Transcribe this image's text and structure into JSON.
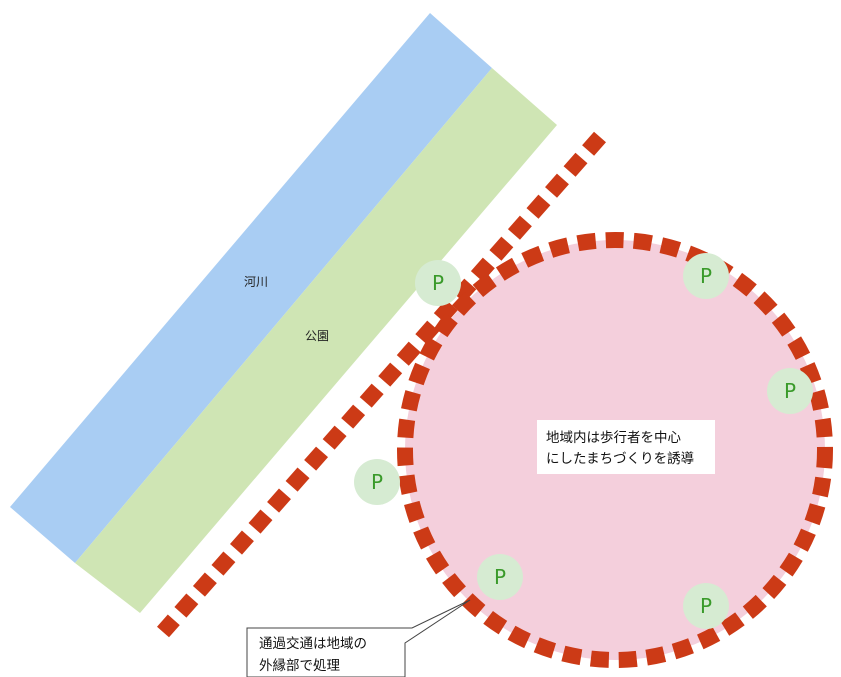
{
  "labels": {
    "river": "河川",
    "park": "公園",
    "center_note_line1": "地域内は歩行者を中心",
    "center_note_line2": "にしたまちづくりを誘導",
    "callout_line1": "通過交通は地域の",
    "callout_line2": "外縁部で処理"
  },
  "parking_markers": [
    {
      "id": "p1",
      "label": "P"
    },
    {
      "id": "p2",
      "label": "P"
    },
    {
      "id": "p3",
      "label": "P"
    },
    {
      "id": "p4",
      "label": "P"
    },
    {
      "id": "p5",
      "label": "P"
    },
    {
      "id": "p6",
      "label": "P"
    }
  ],
  "colors": {
    "river": "#a9cdf3",
    "park": "#cfe5b4",
    "district": "#f4cfdc",
    "road_dashes": "#cc3a16",
    "parking_fill": "#d6ebd2",
    "parking_text": "#3a9a2a"
  }
}
